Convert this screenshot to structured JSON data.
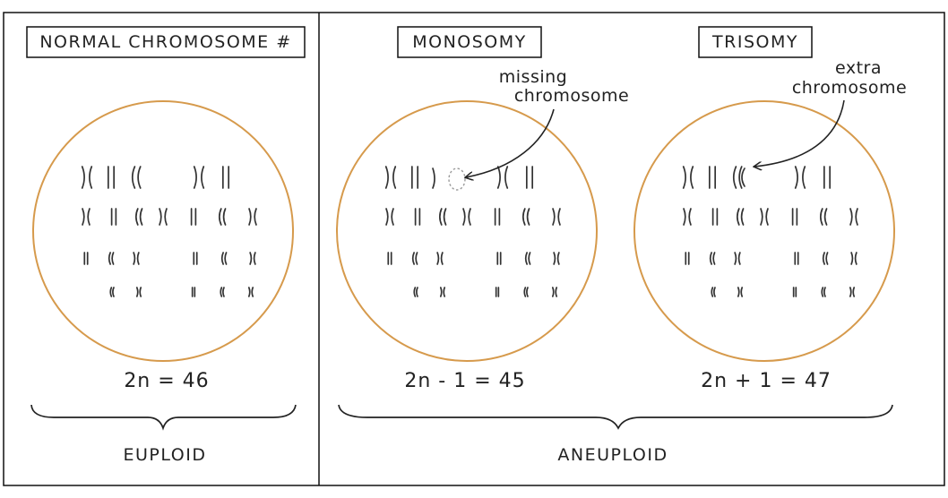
{
  "panels": {
    "normal": {
      "title": "NORMAL CHROMOSOME #",
      "equation": "2n = 46",
      "category": "EUPLOID"
    },
    "monosomy": {
      "title": "MONOSOMY",
      "equation": "2n - 1 = 45",
      "annotation": [
        "missing",
        "chromosome"
      ]
    },
    "trisomy": {
      "title": "TRISOMY",
      "equation": "2n + 1 = 47",
      "annotation": [
        "extra",
        "chromosome"
      ]
    },
    "aneuploid_category": "ANEUPLOID"
  },
  "colors": {
    "circle": "#d69a4c",
    "ink": "#222222",
    "missing_outline": "#999999"
  }
}
